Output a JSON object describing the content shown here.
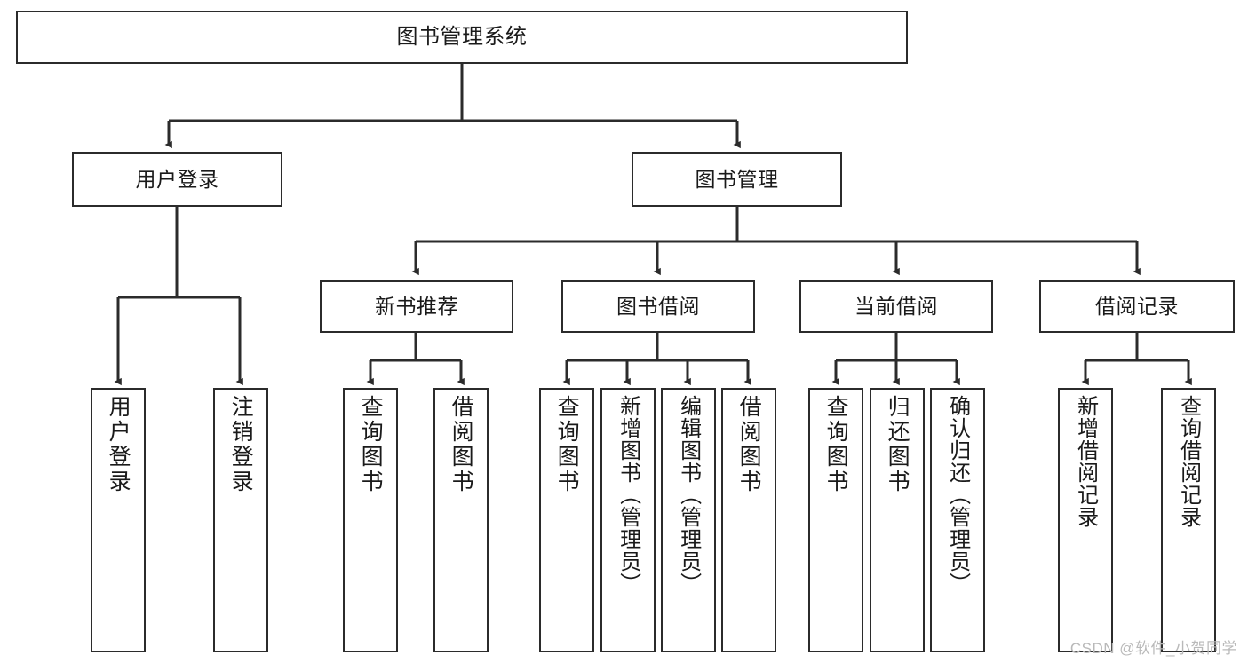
{
  "diagram": {
    "type": "tree",
    "title": "图书管理系统",
    "watermark": "CSDN @软件_小贺同学",
    "colors": {
      "stroke": "#2b2b2b",
      "fill": "#ffffff",
      "text": "#1a1a1a",
      "watermark": "#b9b9b9"
    },
    "nodes": {
      "root": {
        "label": "图书管理系统"
      },
      "level2": [
        {
          "id": "user-login",
          "label": "用户登录"
        },
        {
          "id": "book-manage",
          "label": "图书管理"
        }
      ],
      "level3": [
        {
          "id": "new-book-recommend",
          "label": "新书推荐"
        },
        {
          "id": "book-borrow",
          "label": "图书借阅"
        },
        {
          "id": "current-borrow",
          "label": "当前借阅"
        },
        {
          "id": "borrow-record",
          "label": "借阅记录"
        }
      ],
      "leaves": {
        "user_login": [
          {
            "id": "leaf-user-login",
            "label": "用户登录"
          },
          {
            "id": "leaf-logout",
            "label": "注销登录"
          }
        ],
        "new_book_recommend": [
          {
            "id": "leaf-query-book-1",
            "label": "查询图书"
          },
          {
            "id": "leaf-borrow-book-1",
            "label": "借阅图书"
          }
        ],
        "book_borrow": [
          {
            "id": "leaf-query-book-2",
            "label": "查询图书"
          },
          {
            "id": "leaf-add-book",
            "label": "新增图书（管理员）"
          },
          {
            "id": "leaf-edit-book",
            "label": "编辑图书（管理员）"
          },
          {
            "id": "leaf-borrow-book-2",
            "label": "借阅图书"
          }
        ],
        "current_borrow": [
          {
            "id": "leaf-query-book-3",
            "label": "查询图书"
          },
          {
            "id": "leaf-return-book",
            "label": "归还图书"
          },
          {
            "id": "leaf-confirm-return",
            "label": "确认归还（管理员）"
          }
        ],
        "borrow_record": [
          {
            "id": "leaf-add-record",
            "label": "新增借阅记录"
          },
          {
            "id": "leaf-query-record",
            "label": "查询借阅记录"
          }
        ]
      }
    }
  }
}
